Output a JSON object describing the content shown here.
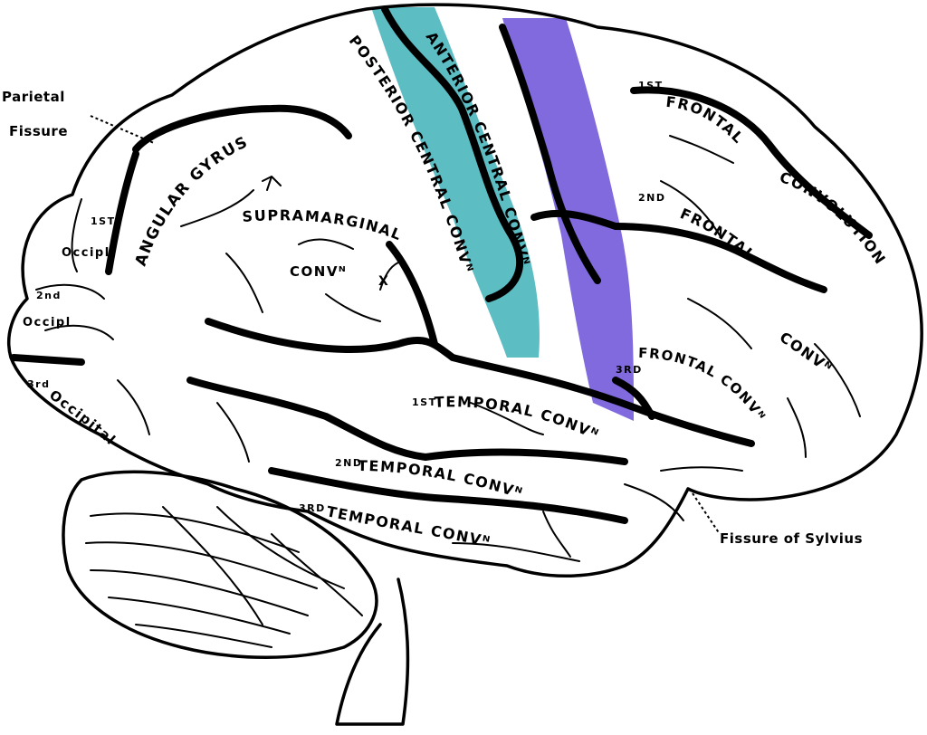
{
  "colors": {
    "postcentral_highlight": "#3fb1b8",
    "precentral_highlight": "#6b4fd8",
    "outline": "#000000",
    "background": "#ffffff"
  },
  "labels": {
    "parietal_fissure_line1": "Parietal",
    "parietal_fissure_line2": "Fissure",
    "angular_gyrus": "ANGULAR GYRUS",
    "supramarginal": "SUPRAMARGINAL",
    "supramarginal_conv": "CONVᴺ",
    "supramarginal_x": "X",
    "posterior_central": "POSTERIOR CENTRAL CONVᴺ",
    "anterior_central": "ANTERIOR CENTRAL CONVᴺ",
    "first_frontal_prefix": "1ST",
    "first_frontal": "FRONTAL",
    "convolution": "CONVOLUTION",
    "second_frontal_prefix": "2ND",
    "second_frontal": "FRONTAL",
    "second_frontal_conv": "CONVᴺ",
    "third_frontal_prefix": "3RD",
    "third_frontal": "FRONTAL CONVᴺ",
    "first_occipital_prefix": "1ST",
    "first_occipital": "Occipl",
    "second_occipital_prefix": "2nd",
    "second_occipital": "Occipl",
    "third_occipital_prefix": "3rd",
    "third_occipital": "Occipital",
    "first_temporal_prefix": "1ST",
    "first_temporal": "TEMPORAL CONVᴺ",
    "second_temporal_prefix": "2ND",
    "second_temporal": "TEMPORAL CONVᴺ",
    "third_temporal_prefix": "3RD",
    "third_temporal": "TEMPORAL CONVᴺ",
    "fissure_of_sylvius": "Fissure of Sylvius"
  }
}
